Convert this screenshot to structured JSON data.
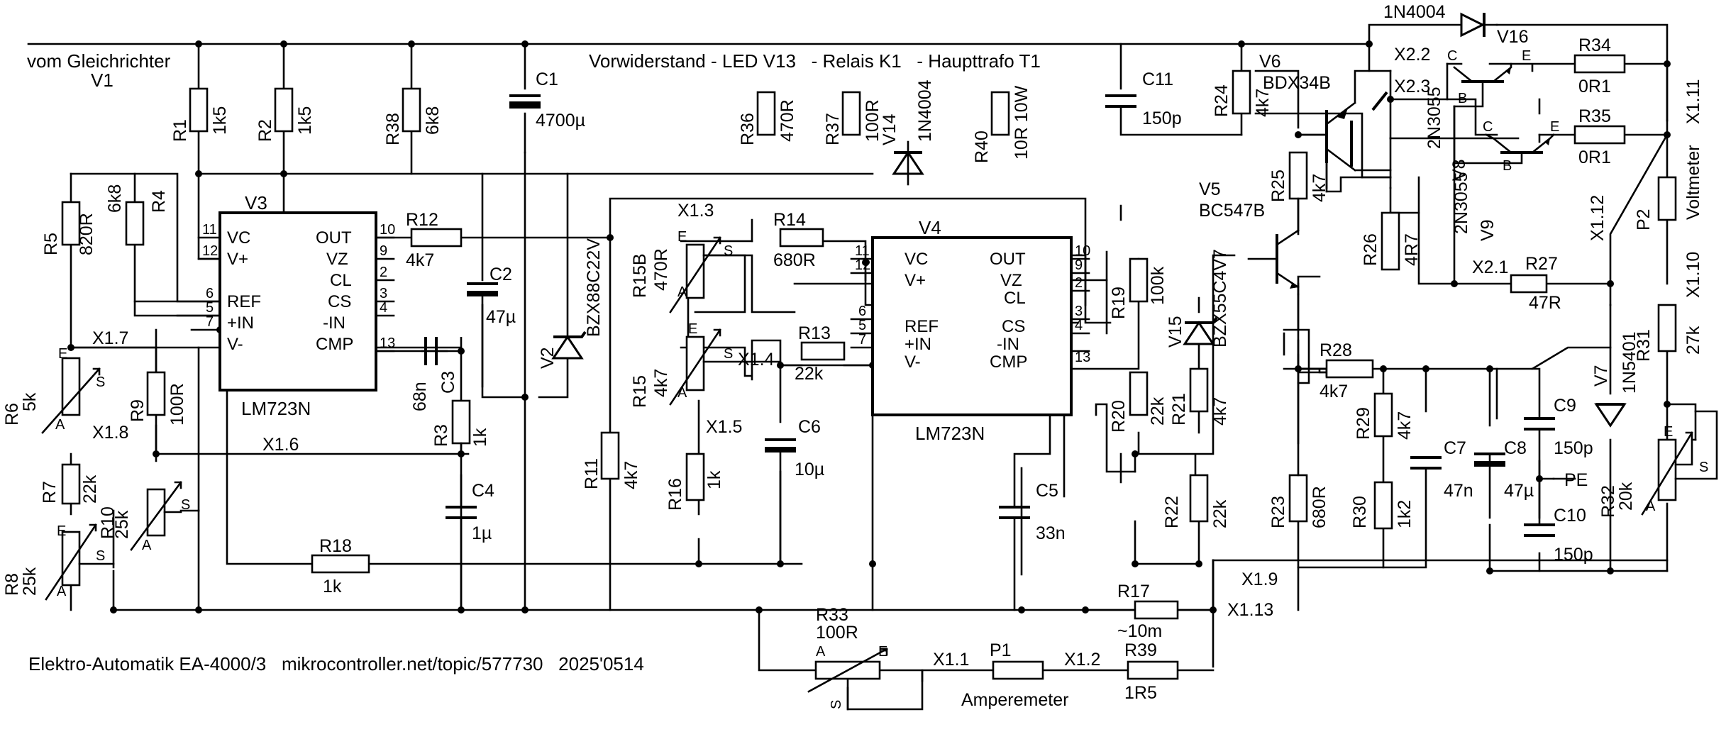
{
  "header": {
    "source": "vom Gleichrichter",
    "source_ref": "V1",
    "series_resistors": "Vorwiderstand - LED V13   - Relais K1   - Haupttrafo T1"
  },
  "footer": {
    "credits": "Elektro-Automatik EA-4000/3   mikrocontroller.net/topic/577730   2025'0514"
  },
  "ic_pins": {
    "left": [
      "VC",
      "V+",
      "REF",
      "+IN",
      "V-"
    ],
    "right": [
      "OUT",
      "VZ",
      "CL",
      "CS",
      "-IN",
      "CMP"
    ],
    "left_nums": [
      "11",
      "12",
      "6",
      "5",
      "7"
    ],
    "right_nums": [
      "10",
      "9",
      "2",
      "3",
      "4",
      "13"
    ]
  },
  "parts": {
    "V1": {
      "ref": "V3",
      "value": "LM723N"
    },
    "V2": {
      "ref": "V4",
      "value": "LM723N"
    },
    "R1": {
      "ref": "R1",
      "value": "1k5"
    },
    "R2": {
      "ref": "R2",
      "value": "1k5"
    },
    "R38": {
      "ref": "R38",
      "value": "6k8"
    },
    "C1": {
      "ref": "C1",
      "value": "4700µ"
    },
    "R36": {
      "ref": "R36",
      "value": "470R"
    },
    "R37": {
      "ref": "R37",
      "value": "100R"
    },
    "V14": {
      "ref": "V14",
      "value": "1N4004"
    },
    "R40": {
      "ref": "R40",
      "value": "10R 10W"
    },
    "C11": {
      "ref": "C11",
      "value": "150p"
    },
    "R5": {
      "ref": "R5",
      "value": "820R"
    },
    "R4": {
      "ref": "R4",
      "value": "6k8"
    },
    "R12": {
      "ref": "R12",
      "value": "4k7"
    },
    "C2": {
      "ref": "C2",
      "value": "47µ"
    },
    "V2d": {
      "ref": "V2",
      "value": "BZX88C22V"
    },
    "C3": {
      "ref": "C3",
      "value": "68n"
    },
    "R3": {
      "ref": "R3",
      "value": "1k"
    },
    "C4": {
      "ref": "C4",
      "value": "1µ"
    },
    "R6": {
      "ref": "R6",
      "value": "5k"
    },
    "R9": {
      "ref": "R9",
      "value": "100R"
    },
    "R7": {
      "ref": "R7",
      "value": "22k"
    },
    "R10": {
      "ref": "R10",
      "value": "25k"
    },
    "R8": {
      "ref": "R8",
      "value": "25k"
    },
    "R18": {
      "ref": "R18",
      "value": "1k"
    },
    "R15B": {
      "ref": "R15B",
      "value": "470R"
    },
    "R14": {
      "ref": "R14",
      "value": "680R"
    },
    "R15": {
      "ref": "R15",
      "value": "4k7"
    },
    "R13": {
      "ref": "R13",
      "value": "22k"
    },
    "C6": {
      "ref": "C6",
      "value": "10µ"
    },
    "R16": {
      "ref": "R16",
      "value": "1k"
    },
    "R11": {
      "ref": "R11",
      "value": "4k7"
    },
    "C5": {
      "ref": "C5",
      "value": "33n"
    },
    "R19": {
      "ref": "R19",
      "value": "100k"
    },
    "R20": {
      "ref": "R20",
      "value": "22k"
    },
    "R21": {
      "ref": "R21",
      "value": "4k7"
    },
    "R22": {
      "ref": "R22",
      "value": "22k"
    },
    "V15": {
      "ref": "V15",
      "value": "BZX55C4V7"
    },
    "R24": {
      "ref": "R24",
      "value": "4k7"
    },
    "V6": {
      "ref": "V6",
      "value": "BDX34B"
    },
    "R25": {
      "ref": "R25",
      "value": "4k7"
    },
    "V5": {
      "ref": "V5",
      "value": "BC547B"
    },
    "R26": {
      "ref": "R26",
      "value": "4R7"
    },
    "R23": {
      "ref": "R23",
      "value": "680R"
    },
    "R28": {
      "ref": "R28",
      "value": "4k7"
    },
    "R29": {
      "ref": "R29",
      "value": "4k7"
    },
    "R30": {
      "ref": "R30",
      "value": "1k2"
    },
    "C7": {
      "ref": "C7",
      "value": "47n"
    },
    "C8": {
      "ref": "C8",
      "value": "47µ"
    },
    "C9": {
      "ref": "C9",
      "value": "150p"
    },
    "C10": {
      "ref": "C10",
      "value": "150p"
    },
    "V16": {
      "ref": "V16",
      "value": "1N4004"
    },
    "R34": {
      "ref": "R34",
      "value": "0R1"
    },
    "R35": {
      "ref": "R35",
      "value": "0R1"
    },
    "V8": {
      "ref": "V8",
      "value": "2N3055"
    },
    "V9": {
      "ref": "V9",
      "value": "2N3055"
    },
    "R27": {
      "ref": "R27",
      "value": "47R"
    },
    "V7": {
      "ref": "V7",
      "value": "1N5401"
    },
    "P2": {
      "ref": "P2",
      "value": "Voltmeter"
    },
    "R31": {
      "ref": "R31",
      "value": "27k"
    },
    "R32": {
      "ref": "R32",
      "value": "20k"
    },
    "R17": {
      "ref": "R17",
      "value": "~10m"
    },
    "R33": {
      "ref": "R33",
      "value": "100R"
    },
    "P1": {
      "ref": "P1",
      "value": "Amperemeter"
    },
    "R39": {
      "ref": "R39",
      "value": "1R5"
    }
  },
  "terminals": {
    "x1_1": "X1.1",
    "x1_2": "X1.2",
    "x1_3": "X1.3",
    "x1_4": "X1.4",
    "x1_5": "X1.5",
    "x1_6": "X1.6",
    "x1_7": "X1.7",
    "x1_8": "X1.8",
    "x1_9": "X1.9",
    "x1_10": "X1.10",
    "x1_11": "X1.11",
    "x1_12": "X1.12",
    "x1_13": "X1.13",
    "x2_1": "X2.1",
    "x2_2": "X2.2",
    "x2_3": "X2.3",
    "pe": "PE"
  },
  "pin_letters": {
    "a": "A",
    "e": "E",
    "s": "S",
    "b": "B",
    "c": "C"
  }
}
